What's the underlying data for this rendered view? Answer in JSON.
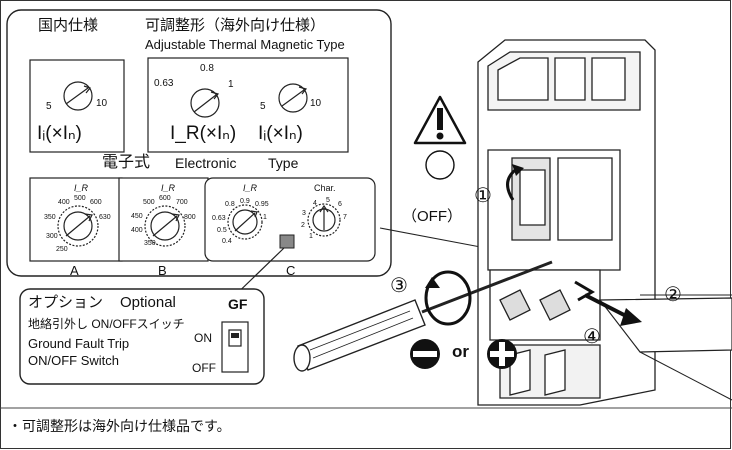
{
  "domestic_label": "国内仕様",
  "adjustable": {
    "title_jp": "可調整形（海外向け仕様）",
    "title_en": "Adjustable Thermal Magnetic Type"
  },
  "dials_top": [
    {
      "scale": [
        "5",
        "10"
      ],
      "label": "Iᵢ(×Iₙ)"
    },
    {
      "scale": [
        "0.63",
        "0.8",
        "1"
      ],
      "label": "I_R(×Iₙ)"
    },
    {
      "scale": [
        "5",
        "10"
      ],
      "label": "Iᵢ(×Iₙ)"
    }
  ],
  "electronic": {
    "jp": "電子式",
    "en1": "Electronic",
    "en2": "Type"
  },
  "dials_bottom": [
    {
      "name": "A",
      "head": "I_R",
      "scale": [
        "250",
        "300",
        "350",
        "400",
        "500",
        "600",
        "630"
      ]
    },
    {
      "name": "B",
      "head": "I_R",
      "scale": [
        "350",
        "400",
        "450",
        "500",
        "600",
        "700",
        "800"
      ]
    },
    {
      "name": "C",
      "head": "I_R",
      "scale": [
        "0.4",
        "0.5",
        "0.63",
        "0.8",
        "0.9",
        "0.95",
        "1"
      ],
      "head2": "Char.",
      "scale2": [
        "1",
        "2",
        "3",
        "4",
        "5",
        "6",
        "7"
      ]
    }
  ],
  "option": {
    "jp": "オプション",
    "en": "Optional",
    "gf_label": "GF",
    "line1": "地絡引外し ON/OFFスイッチ",
    "line2": "Ground Fault Trip",
    "line3": "ON/OFF Switch",
    "on": "ON",
    "off": "OFF"
  },
  "steps": [
    "①",
    "②",
    "③",
    "④"
  ],
  "off_label": "（OFF）",
  "or_label": "or",
  "note": "・可調整形は海外向け仕様品です。"
}
